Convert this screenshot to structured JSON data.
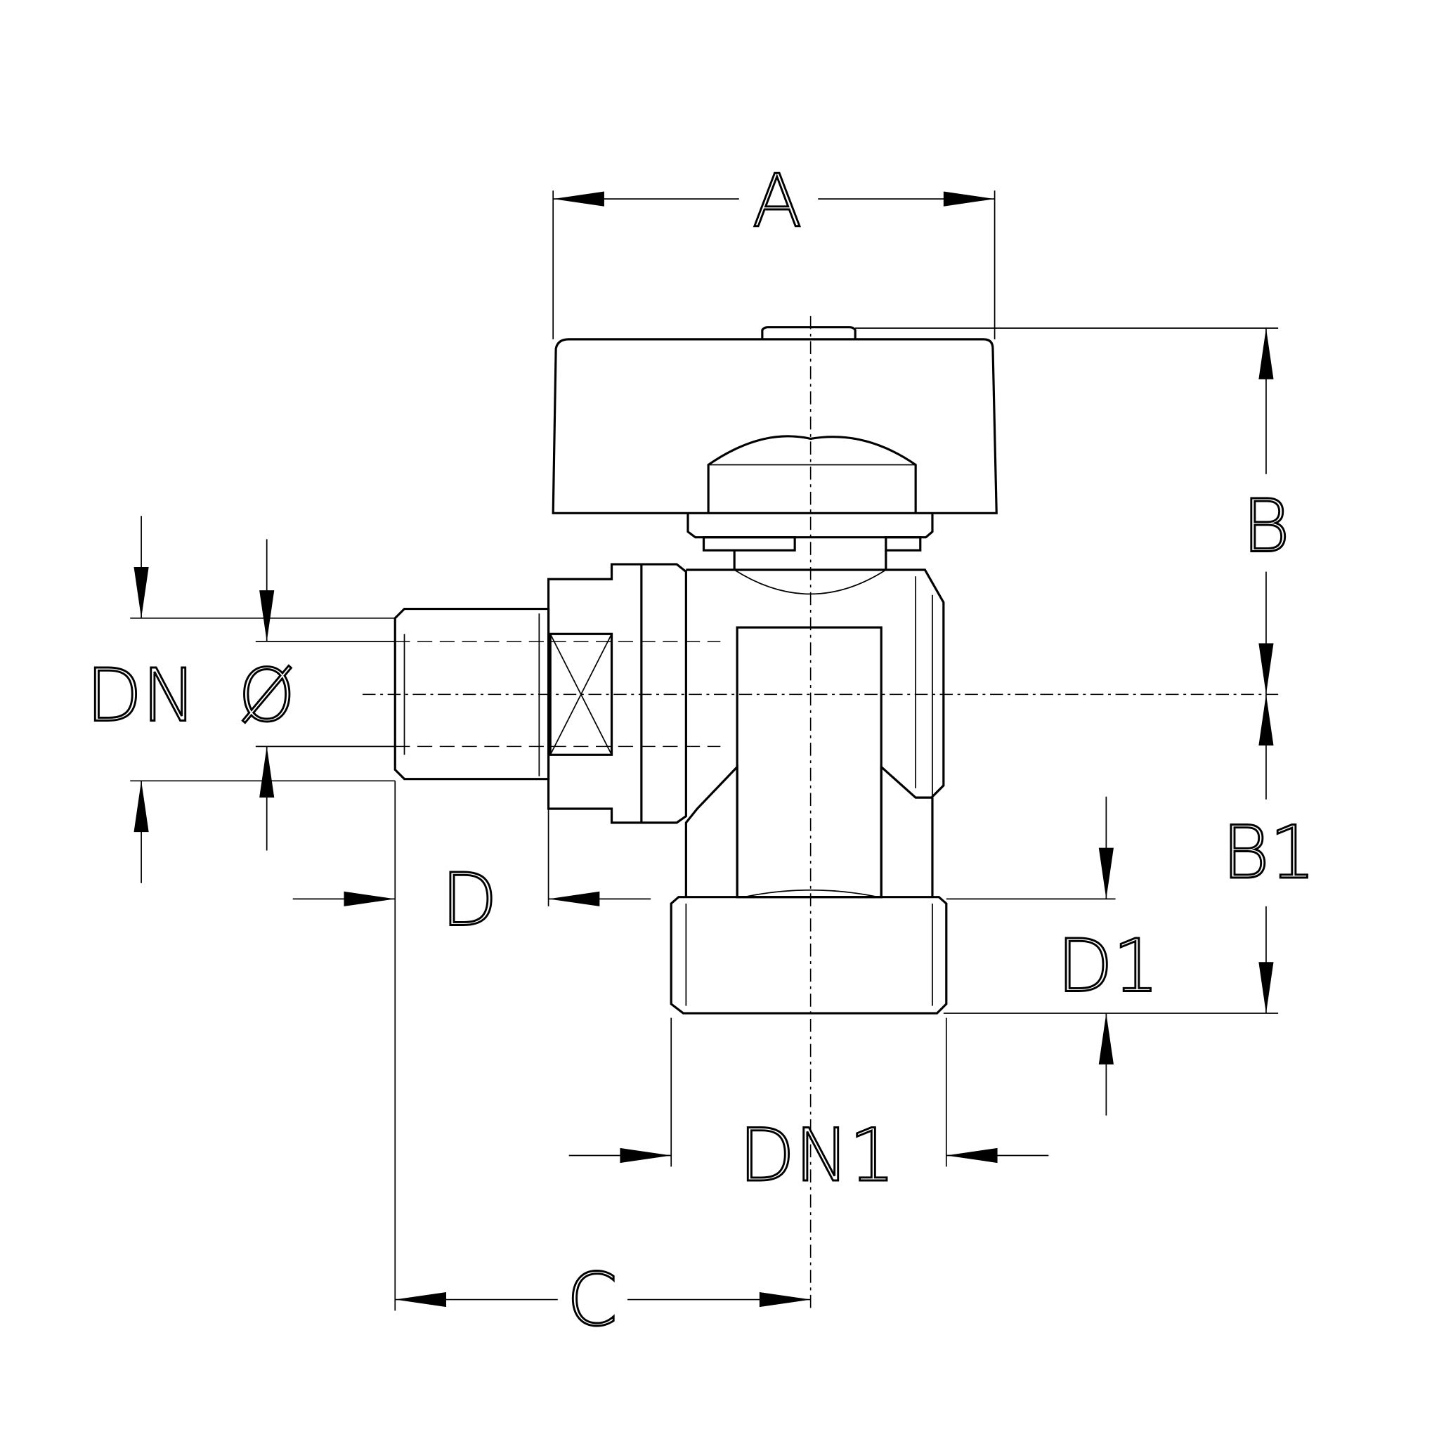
{
  "labels": {
    "A": "A",
    "B": "B",
    "B1": "B1",
    "C": "C",
    "D": "D",
    "D1": "D1",
    "DN": "DN",
    "DN1": "DN1",
    "diameter": "Ø"
  },
  "colors": {
    "line": "#000000",
    "background": "#ffffff"
  }
}
